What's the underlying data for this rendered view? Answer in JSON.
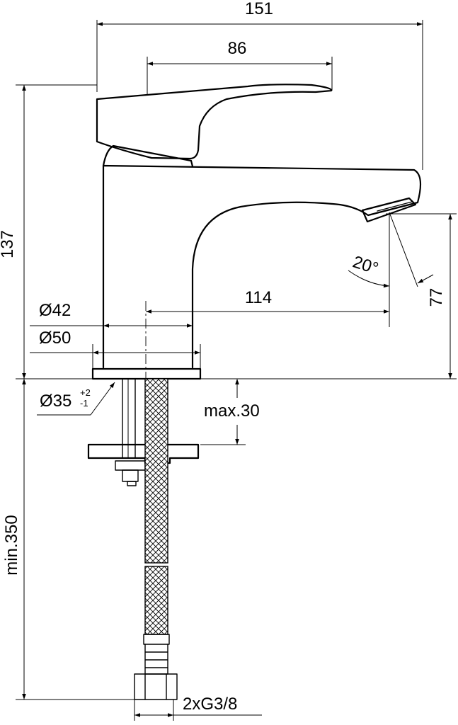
{
  "dimensions": {
    "total_length": "151",
    "lever_length": "86",
    "height": "137",
    "spout_reach": "114",
    "outlet_height": "77",
    "spray_angle": "20°",
    "body_diameter": "Ø42",
    "base_diameter": "Ø50",
    "hole_diameter": "Ø35",
    "hole_tol_plus": "+2",
    "hole_tol_minus": "-1",
    "max_deck_thickness": "max.30",
    "hose_length": "min.350",
    "connection": "2xG3/8"
  }
}
